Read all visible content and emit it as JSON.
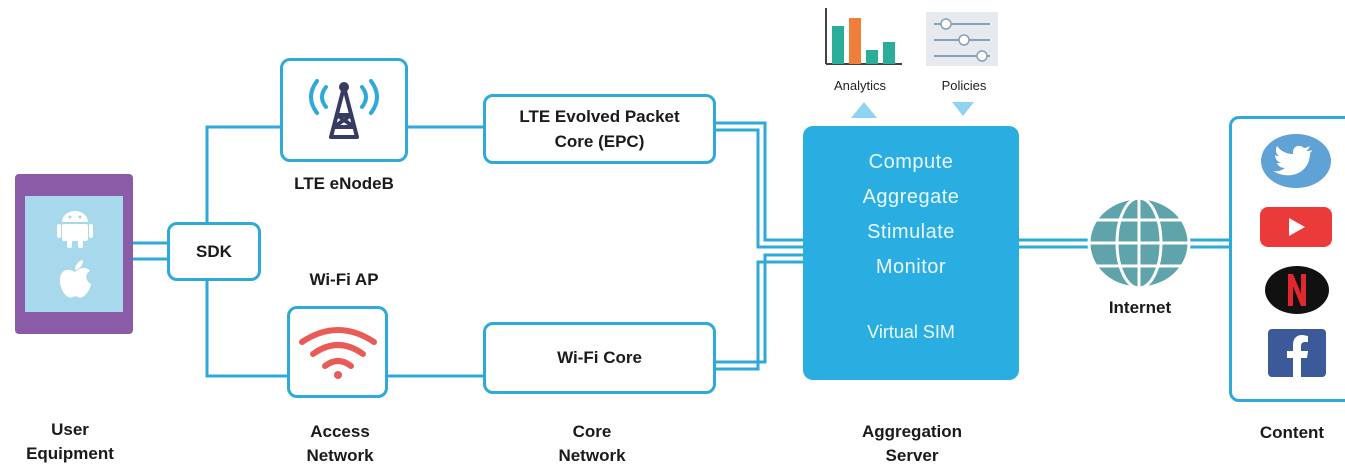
{
  "user_equipment": {
    "label_line1": "User",
    "label_line2": "Equipment",
    "icons": [
      "android-icon",
      "apple-icon"
    ]
  },
  "sdk": {
    "label": "SDK"
  },
  "lte_enodeb": {
    "label": "LTE eNodeB",
    "icon": "antenna-icon"
  },
  "wifi_ap": {
    "label": "Wi-Fi AP",
    "icon": "wifi-icon"
  },
  "epc": {
    "label_line1": "LTE Evolved Packet",
    "label_line2": "Core (EPC)"
  },
  "wifi_core": {
    "label": "Wi-Fi Core"
  },
  "aggregation": {
    "lines": [
      "Compute",
      "Aggregate",
      "Stimulate",
      "Monitor"
    ],
    "virtual_sim": "Virtual SIM",
    "analytics_label": "Analytics",
    "policies_label": "Policies"
  },
  "internet": {
    "label": "Internet",
    "icon": "globe-icon"
  },
  "content": {
    "icons": [
      "twitter-icon",
      "youtube-icon",
      "netflix-icon",
      "facebook-icon"
    ]
  },
  "columns": {
    "user_equipment": [
      "User",
      "Equipment"
    ],
    "access_network": [
      "Access",
      "Network"
    ],
    "core_network": [
      "Core",
      "Network"
    ],
    "aggregation_server": [
      "Aggregation",
      "Server"
    ],
    "content": "Content"
  },
  "colors": {
    "wire": "#2ea9d8",
    "server": "#2aaee2",
    "phone": "#8a5ca8"
  }
}
